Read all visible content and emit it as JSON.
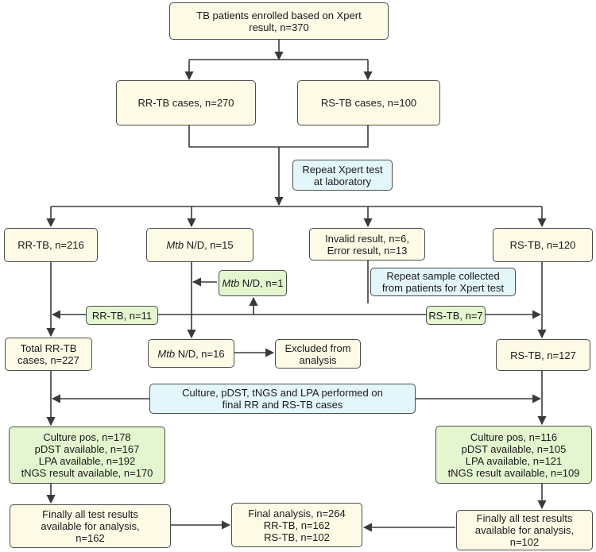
{
  "colors": {
    "cream": "#fdfbe6",
    "green": "#e4f6cf",
    "blue": "#e3f7fb",
    "line": "#3a3a3a"
  },
  "nodes": {
    "enrolled": [
      "TB patients enrolled based on Xpert",
      "result, n=370"
    ],
    "rr_cases": "RR-TB cases, n=270",
    "rs_cases": "RS-TB cases, n=100",
    "repeat_xpert": [
      "Repeat Xpert test",
      "at laboratory"
    ],
    "rr_216": "RR-TB, n=216",
    "mtb_15": {
      "italic": "Mtb",
      "rest": " N/D, n=15"
    },
    "invalid": [
      "Invalid result, n=6,",
      "Error result, n=13"
    ],
    "rs_120": "RS-TB, n=120",
    "mtb_1": {
      "italic": "Mtb",
      "rest": " N/D, n=1"
    },
    "repeat_sample": [
      "Repeat sample collected",
      "from patients for Xpert test"
    ],
    "rr_11": "RR-TB, n=11",
    "rs_7": "RS-TB, n=7",
    "total_rr": [
      "Total RR-TB",
      "cases, n=227"
    ],
    "mtb_16": {
      "italic": "Mtb",
      "rest": " N/D, n=16"
    },
    "excluded": [
      "Excluded from",
      "analysis"
    ],
    "rs_127": "RS-TB, n=127",
    "culture_note": [
      "Culture, pDST, tNGS and LPA performed on",
      "final RR and RS-TB cases"
    ],
    "rr_results": [
      "Culture pos, n=178",
      "pDST available, n=167",
      "LPA available, n=192",
      "tNGS result available, n=170"
    ],
    "rs_results": [
      "Culture pos, n=116",
      "pDST available, n=105",
      "LPA available, n=121",
      "tNGS result available, n=109"
    ],
    "final_rr": [
      "Finally all test results",
      "available for analysis,",
      "n=162"
    ],
    "final_analysis": [
      "Final analysis, n=264",
      "RR-TB, n=162",
      "RS-TB, n=102"
    ],
    "final_rs": [
      "Finally all test results",
      "available for analysis,",
      "n=102"
    ]
  }
}
